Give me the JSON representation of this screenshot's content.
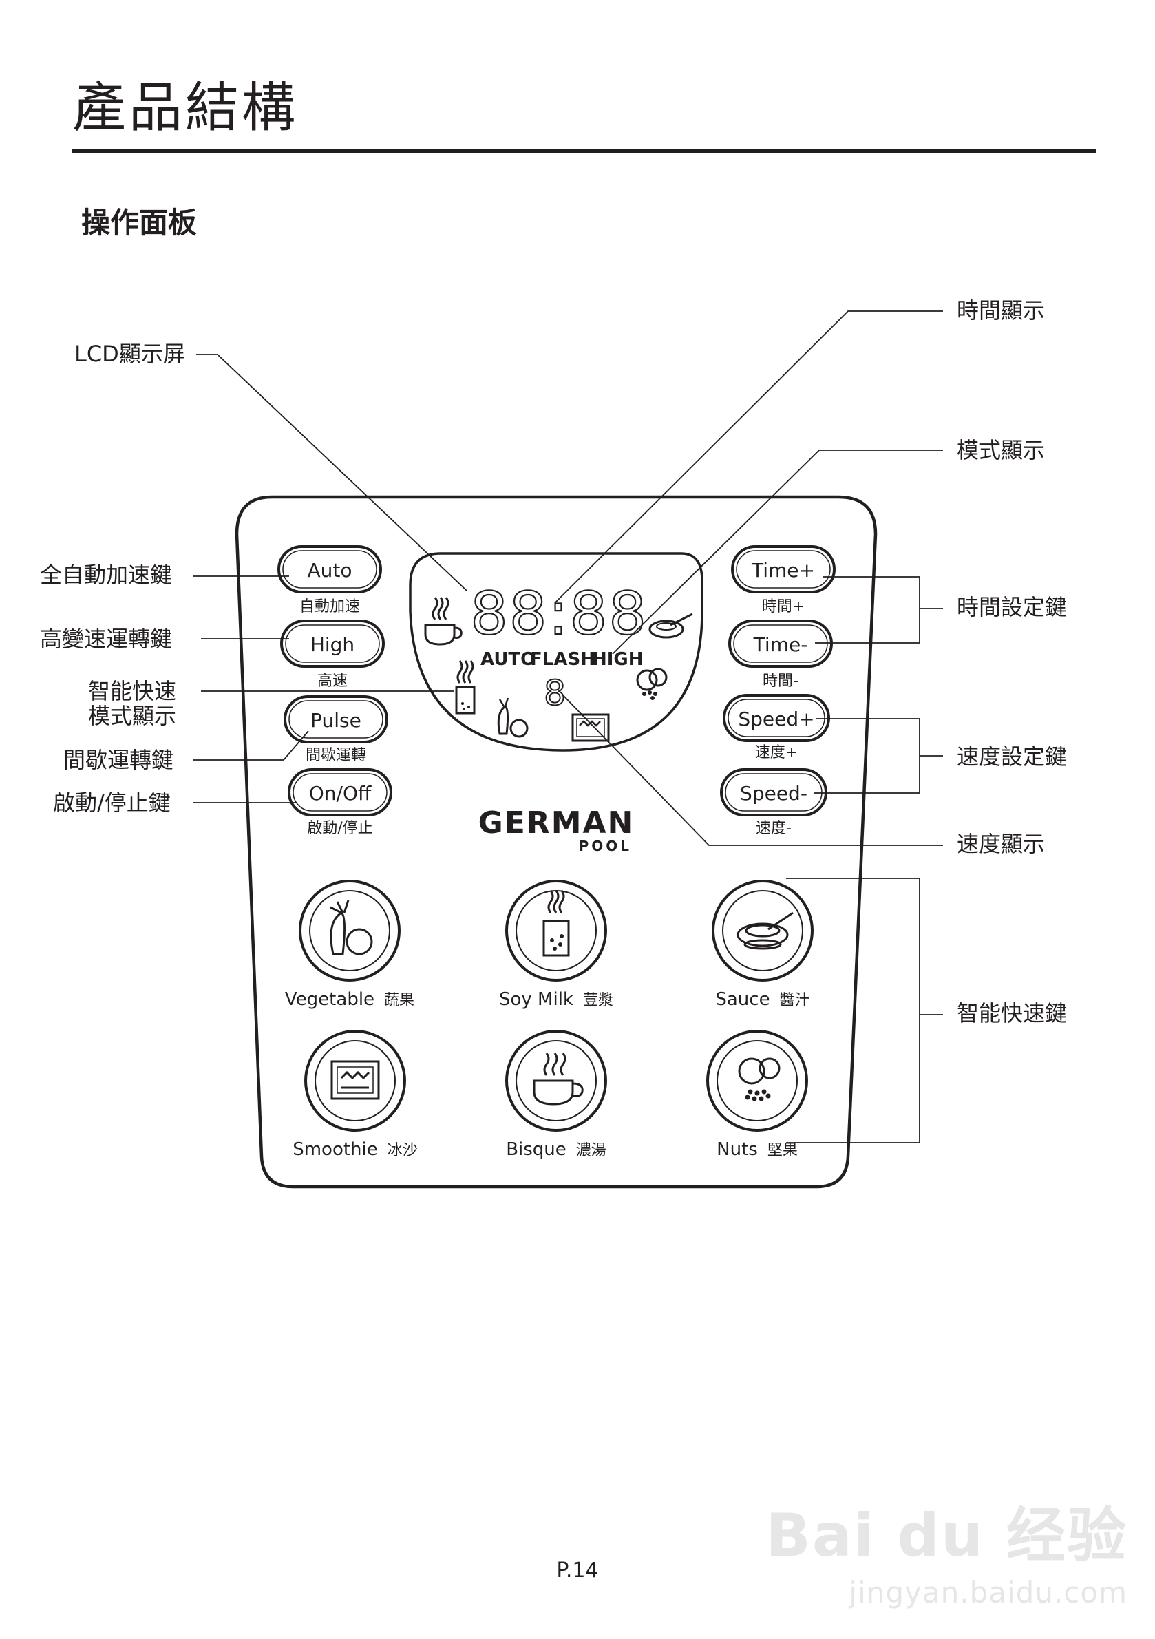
{
  "page": {
    "title": "產品結構",
    "subtitle": "操作面板",
    "page_number": "P.14"
  },
  "callouts_left": {
    "lcd": "LCD顯示屏",
    "auto": "全自動加速鍵",
    "high": "高變速運轉鍵",
    "smart_mode_line1": "智能快速",
    "smart_mode_line2": "模式顯示",
    "pulse": "間歇運轉鍵",
    "onoff": "啟動/停止鍵"
  },
  "callouts_right": {
    "time_display": "時間顯示",
    "mode_display": "模式顯示",
    "time_set": "時間設定鍵",
    "speed_set": "速度設定鍵",
    "speed_display": "速度顯示",
    "smart_keys": "智能快速鍵"
  },
  "panel": {
    "brand": "GERMAN",
    "brand_sub": "POOL",
    "lcd": {
      "digits": "88:88",
      "speed_digit": "8",
      "modes": [
        "AUTO",
        "FLASH",
        "HIGH"
      ]
    },
    "left_buttons": [
      {
        "label": "Auto",
        "sub": "自動加速"
      },
      {
        "label": "High",
        "sub": "高速"
      },
      {
        "label": "Pulse",
        "sub": "間歇運轉"
      },
      {
        "label": "On/Off",
        "sub": "啟動/停止"
      }
    ],
    "right_buttons": [
      {
        "label": "Time+",
        "sub": "時間+"
      },
      {
        "label": "Time-",
        "sub": "時間-"
      },
      {
        "label": "Speed+",
        "sub": "速度+"
      },
      {
        "label": "Speed-",
        "sub": "速度-"
      }
    ],
    "programs": [
      {
        "en": "Vegetable",
        "zh": "蔬果",
        "icon": "vegetable-icon"
      },
      {
        "en": "Soy Milk",
        "zh": "荳漿",
        "icon": "soymilk-icon"
      },
      {
        "en": "Sauce",
        "zh": "醬汁",
        "icon": "sauce-icon"
      },
      {
        "en": "Smoothie",
        "zh": "冰沙",
        "icon": "smoothie-icon"
      },
      {
        "en": "Bisque",
        "zh": "濃湯",
        "icon": "bisque-icon"
      },
      {
        "en": "Nuts",
        "zh": "堅果",
        "icon": "nuts-icon"
      }
    ]
  },
  "watermark": {
    "brand": "Bai du 经验",
    "url": "jingyan.baidu.com"
  }
}
